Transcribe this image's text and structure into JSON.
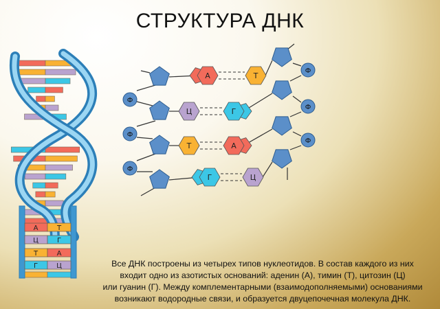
{
  "title": "СТРУКТУРА ДНК",
  "phosphate_label": "Ф",
  "helix_pair_labels": [
    {
      "left": "А",
      "right": "Т"
    },
    {
      "left": "Ц",
      "right": "Г"
    },
    {
      "left": "Т",
      "right": "А"
    },
    {
      "left": "Г",
      "right": "Ц"
    }
  ],
  "base_pairs": [
    {
      "left": "А",
      "right": "Т",
      "left_color": "#f26b5b",
      "right_color": "#f9b233"
    },
    {
      "left": "Ц",
      "right": "Г",
      "left_color": "#b9a3cf",
      "right_color": "#3cc7e6"
    },
    {
      "left": "Т",
      "right": "А",
      "left_color": "#f9b233",
      "right_color": "#f26b5b"
    },
    {
      "left": "Г",
      "right": "Ц",
      "left_color": "#3cc7e6",
      "right_color": "#b9a3cf"
    }
  ],
  "colors": {
    "sugar": "#5b8fc9",
    "phosphate": "#5b8fc9",
    "helix_backbone": "#4fa6d8",
    "adenine": "#f26b5b",
    "thymine": "#f9b233",
    "cytosine": "#b9a3cf",
    "guanine": "#3cc7e6"
  },
  "caption_lines": [
    "Все ДНК построены из четырех типов нуклеотидов. В состав каждого из них",
    "входит одно из азотистых оснований: аденин (А), тимин (Т), цитозин (Ц)",
    "или  гуанин (Г). Между комплементарными (взаимодополняемыми) основаниями",
    "возникают водородные связи, и образуется двуцепочечная молекула ДНК."
  ]
}
